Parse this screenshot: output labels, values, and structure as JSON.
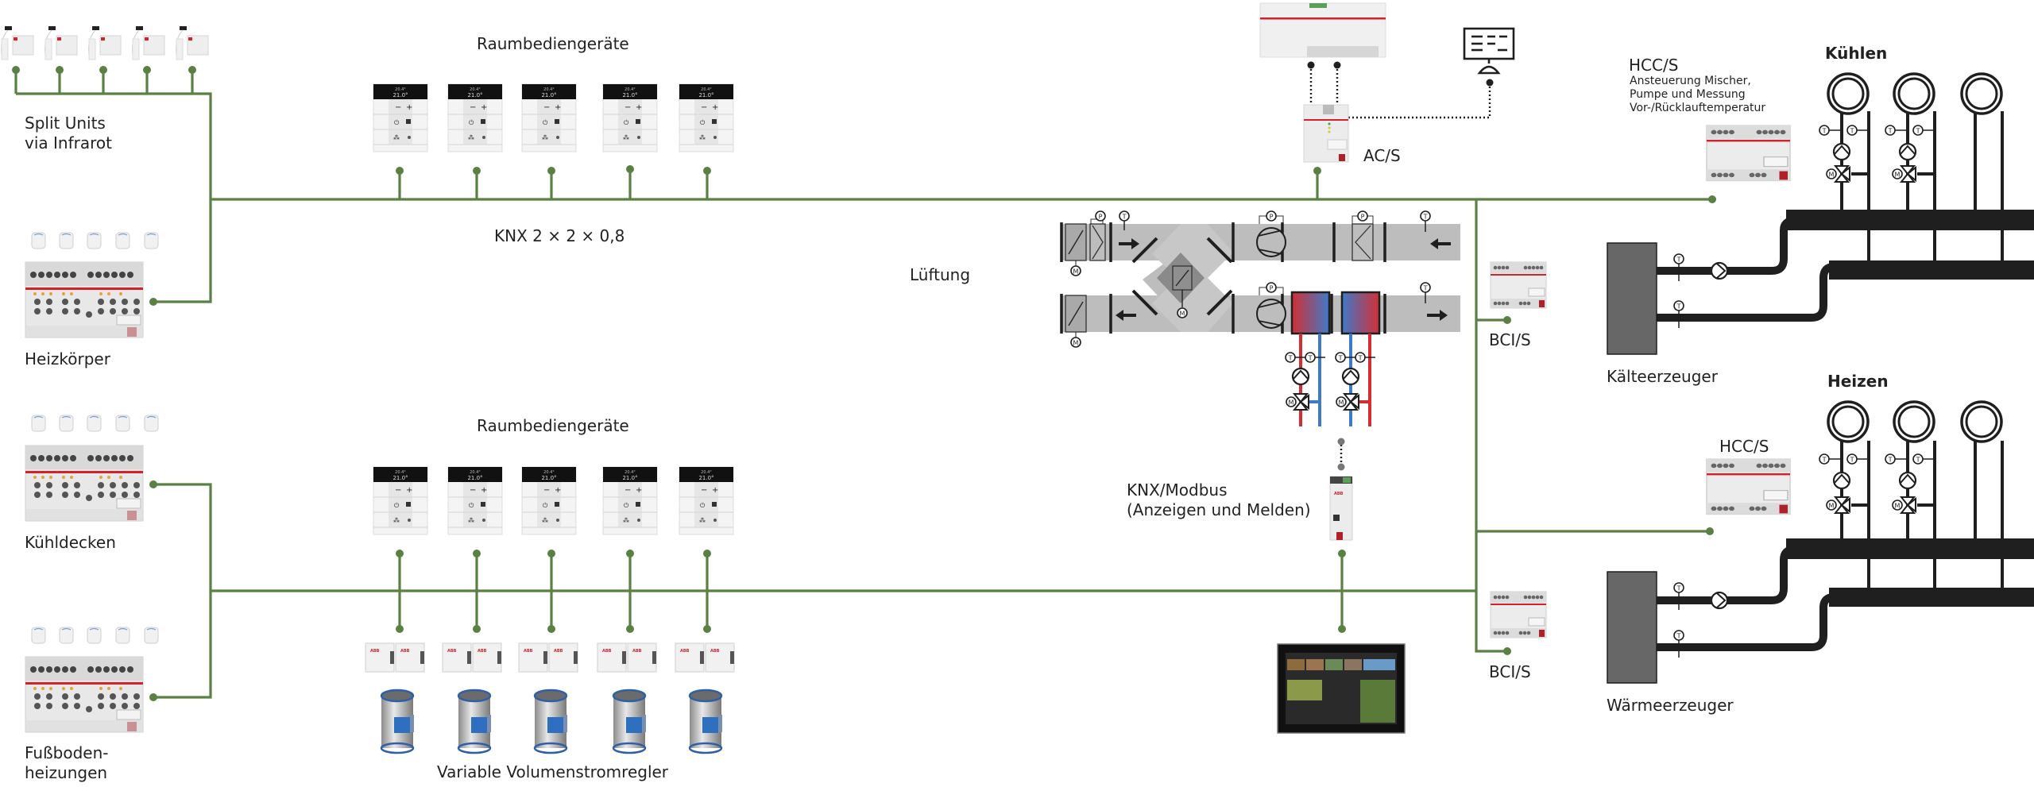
{
  "diagram": {
    "colors": {
      "bus": "#5a8143",
      "pipe": "#1f1f1f",
      "duct": "#bdbdbd",
      "hot": "#d22f35",
      "cold": "#3f7ac8",
      "generator": "#676767",
      "device_red_stripe": "#d4212b"
    },
    "bus_label": "KNX 2 × 2 × 0,8",
    "left_groups": [
      {
        "label_lines": [
          "Split Units",
          "via Infrarot"
        ],
        "device_count": 5,
        "device_type": "ir-interface"
      },
      {
        "label_lines": [
          "Heizkörper"
        ],
        "device_count": 5,
        "device_type": "valve-drive"
      },
      {
        "label_lines": [
          "Kühldecken"
        ],
        "device_count": 5,
        "device_type": "valve-drive"
      },
      {
        "label_lines": [
          "Fußboden-",
          "heizungen"
        ],
        "device_count": 5,
        "device_type": "valve-drive"
      }
    ],
    "room_controls_top": {
      "label": "Raumbediengeräte",
      "count": 5
    },
    "room_controls_bottom": {
      "label": "Raumbediengeräte",
      "count": 5
    },
    "room_control_display": {
      "line1": "20.4°",
      "line2": "21.0°"
    },
    "vav": {
      "label": "Variable Volumenstromregler",
      "count": 5
    },
    "acs": {
      "label": "AC/S"
    },
    "ventilation": {
      "label": "Lüftung",
      "sensor_labels": {
        "temperature": "T",
        "pressure": "P",
        "motor": "M"
      }
    },
    "modbus": {
      "label_lines": [
        "KNX/Modbus",
        "(Anzeigen und Melden)"
      ]
    },
    "bci_top": {
      "label": "BCI/S"
    },
    "bci_bottom": {
      "label": "BCI/S"
    },
    "hcc_top": {
      "title": "HCC/S",
      "desc_lines": [
        "Ansteuerung Mischer,",
        "Pumpe und Messung",
        "Vor-/Rücklauftemperatur"
      ]
    },
    "hcc_bottom": {
      "title": "HCC/S"
    },
    "cooling": {
      "title": "Kühlen",
      "generator_label": "Kälteerzeuger"
    },
    "heating": {
      "title": "Heizen",
      "generator_label": "Wärmeerzeuger"
    }
  }
}
